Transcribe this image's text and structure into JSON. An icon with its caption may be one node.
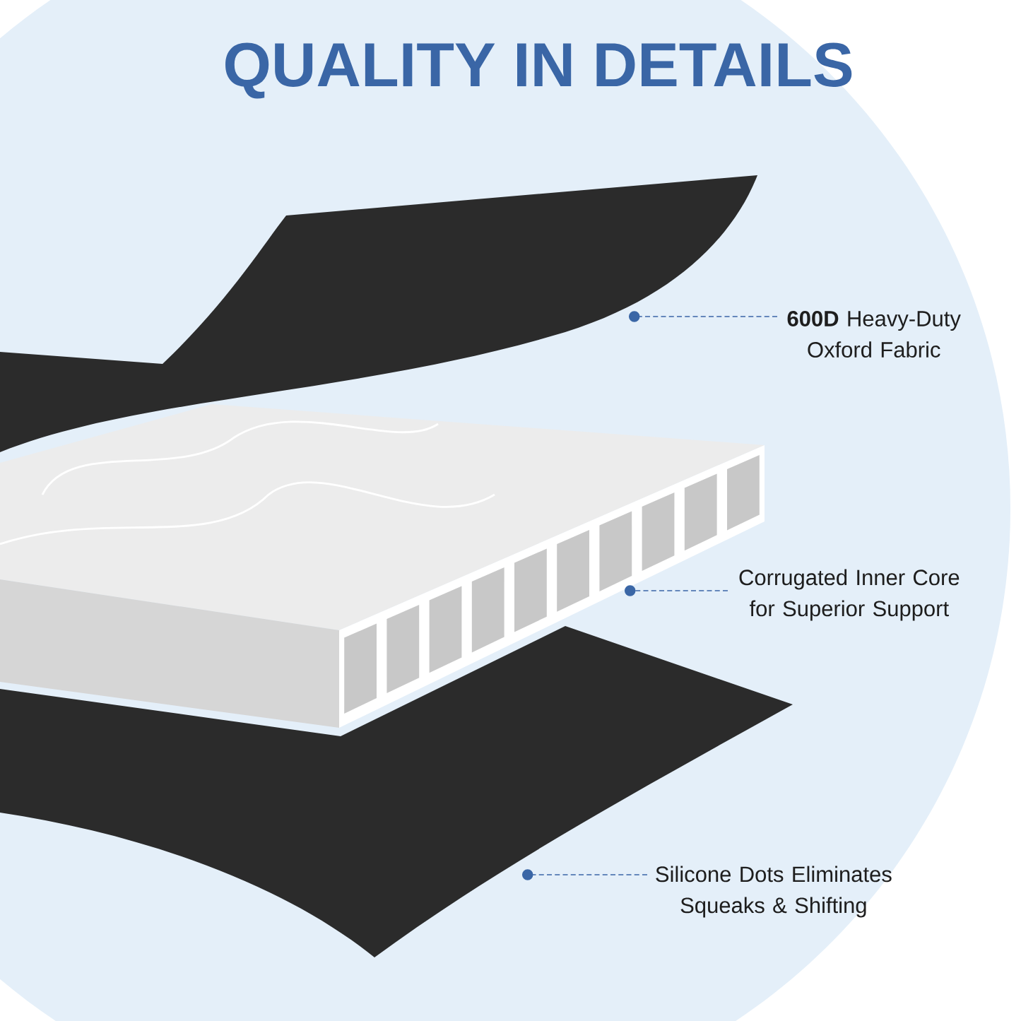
{
  "diagram": {
    "title": "QUALITY IN DETAILS",
    "nodes": [
      {
        "text": [],
        "shape": "picture"
      },
      {
        "text": [],
        "shape": "picture"
      },
      {
        "text": [],
        "shape": "picture"
      },
      {
        "text": [
          "**600D** Heavy-Duty Oxford Fabric"
        ]
      },
      {
        "text": [
          "Corrugated Inner Core for Superior Support"
        ]
      },
      {
        "text": [
          "Silicone Dots Eliminates Squeaks & Shifting"
        ]
      }
    ],
    "edges": [
      {
        "from": 3,
        "to": 0,
        "arrow": "other",
        "style": "dashed"
      },
      {
        "from": 4,
        "to": 1,
        "arrow": "other",
        "style": "dashed"
      },
      {
        "from": 5,
        "to": 2,
        "arrow": "other",
        "style": "dashed"
      }
    ]
  }
}
